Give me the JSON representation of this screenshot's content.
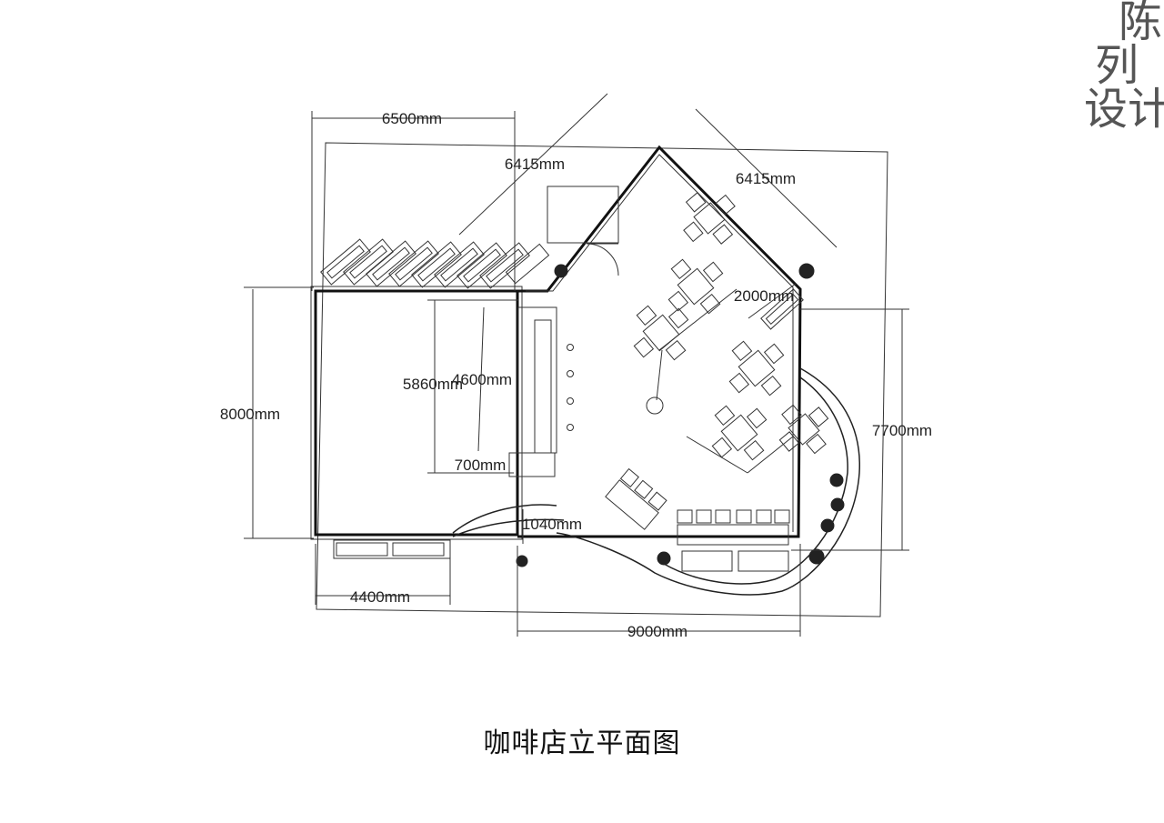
{
  "side_title": {
    "line1": "陈",
    "line2": "列",
    "line3": "设计"
  },
  "dimensions": {
    "top_width": "6500mm",
    "diag_left": "6415mm",
    "diag_right": "6415mm",
    "left_height": "8000mm",
    "inner_height": "5860mm",
    "counter_length": "4600mm",
    "counter_depth": "700mm",
    "corner_width": "2000mm",
    "right_height": "7700mm",
    "path_width": "1040mm",
    "bottom_left": "4400mm",
    "bottom_right": "9000mm"
  },
  "caption": "咖啡店立平面图"
}
